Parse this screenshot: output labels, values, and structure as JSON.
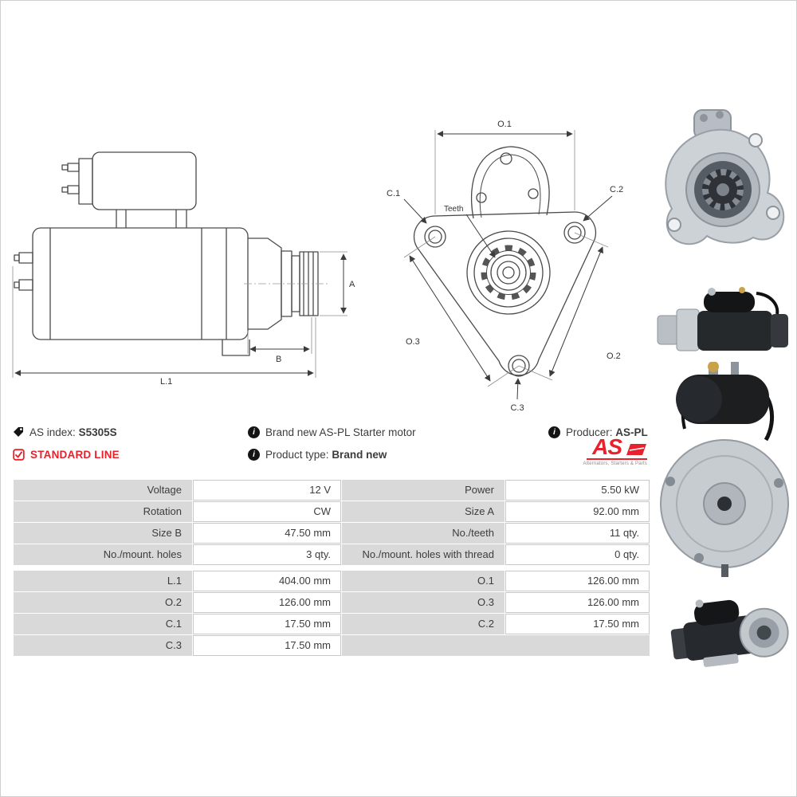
{
  "colors": {
    "accent_red": "#e8212c",
    "label_cell": "#d9d9d9",
    "grid_line": "#c8c8c8",
    "text": "#3c3c3c"
  },
  "info": {
    "as_index_label": "AS index:",
    "as_index_value": "S5305S",
    "standard_line_label": "STANDARD LINE",
    "description": "Brand new AS-PL Starter motor",
    "product_type_label": "Product type:",
    "product_type_value": "Brand new",
    "producer_label": "Producer:",
    "producer_value": "AS-PL",
    "info_icon_glyph": "i",
    "logo": {
      "text": "AS",
      "subtitle": "Alternators, Starters & Parts"
    }
  },
  "diagram": {
    "labels": {
      "a": "A",
      "b": "B",
      "l1": "L.1",
      "o1": "O.1",
      "o2": "O.2",
      "o3": "O.3",
      "c1": "C.1",
      "c2": "C.2",
      "c3": "C.3",
      "teeth": "Teeth"
    }
  },
  "spec_table": {
    "groups": [
      {
        "rows": [
          {
            "cells": [
              {
                "label": "Voltage",
                "value": "12 V"
              },
              {
                "label": "Power",
                "value": "5.50 kW"
              }
            ]
          },
          {
            "cells": [
              {
                "label": "Rotation",
                "value": "CW"
              },
              {
                "label": "Size A",
                "value": "92.00 mm"
              }
            ]
          },
          {
            "cells": [
              {
                "label": "Size B",
                "value": "47.50 mm"
              },
              {
                "label": "No./teeth",
                "value": "11 qty."
              }
            ]
          },
          {
            "cells": [
              {
                "label": "No./mount. holes",
                "value": "3 qty."
              },
              {
                "label": "No./mount. holes with thread",
                "value": "0 qty."
              }
            ]
          }
        ]
      },
      {
        "rows": [
          {
            "cells": [
              {
                "label": "L.1",
                "value": "404.00 mm"
              },
              {
                "label": "O.1",
                "value": "126.00 mm"
              }
            ]
          },
          {
            "cells": [
              {
                "label": "O.2",
                "value": "126.00 mm"
              },
              {
                "label": "O.3",
                "value": "126.00 mm"
              }
            ]
          },
          {
            "cells": [
              {
                "label": "C.1",
                "value": "17.50 mm"
              },
              {
                "label": "C.2",
                "value": "17.50 mm"
              }
            ]
          },
          {
            "cells": [
              {
                "label": "C.3",
                "value": "17.50 mm"
              },
              {
                "empty": true
              }
            ]
          }
        ]
      }
    ]
  }
}
